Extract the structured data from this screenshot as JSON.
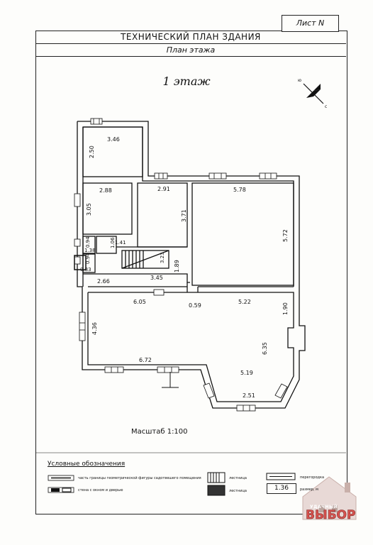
{
  "sheet_label": "Лист N",
  "title": "ТЕХНИЧЕСКИЙ ПЛАН ЗДАНИЯ",
  "subtitle": "План этажа",
  "floor_label": "1 этаж",
  "compass": {
    "north": "ю",
    "east": "с"
  },
  "dimensions": {
    "d346": "3.46",
    "d250": "2.50",
    "d288": "2.88",
    "d305": "3.05",
    "d291": "2.91",
    "d371": "3.71",
    "d578": "5.78",
    "d572": "5.72",
    "d094": "0.94",
    "d138": "1.38",
    "d106": "1.06",
    "d141": "1.41",
    "d094b": "0.94",
    "d083": "0.83",
    "d323": "3.23",
    "d189": "1.89",
    "d266": "2.66",
    "d345": "3.45",
    "d605": "6.05",
    "d059": "0.59",
    "d522": "5.22",
    "d190": "1.90",
    "d436": "4.36",
    "d635": "6.35",
    "d672": "6.72",
    "d519": "5.19",
    "d251": "2.51"
  },
  "scale": "Масштаб 1:100",
  "legend": {
    "title": "Условные обозначения",
    "line_text": "часть границы геометрической фигуры садотвешего помещения",
    "wall_text": "стена с окном и дверью",
    "stair_label_1": "лестница",
    "stair_label_2": "лестница",
    "partition_label": "перегородка",
    "area_value": "1.36",
    "area_label": "размер, м"
  },
  "logo": {
    "top": "УДАЧНЫЙ",
    "main": "ВЫБОР"
  }
}
